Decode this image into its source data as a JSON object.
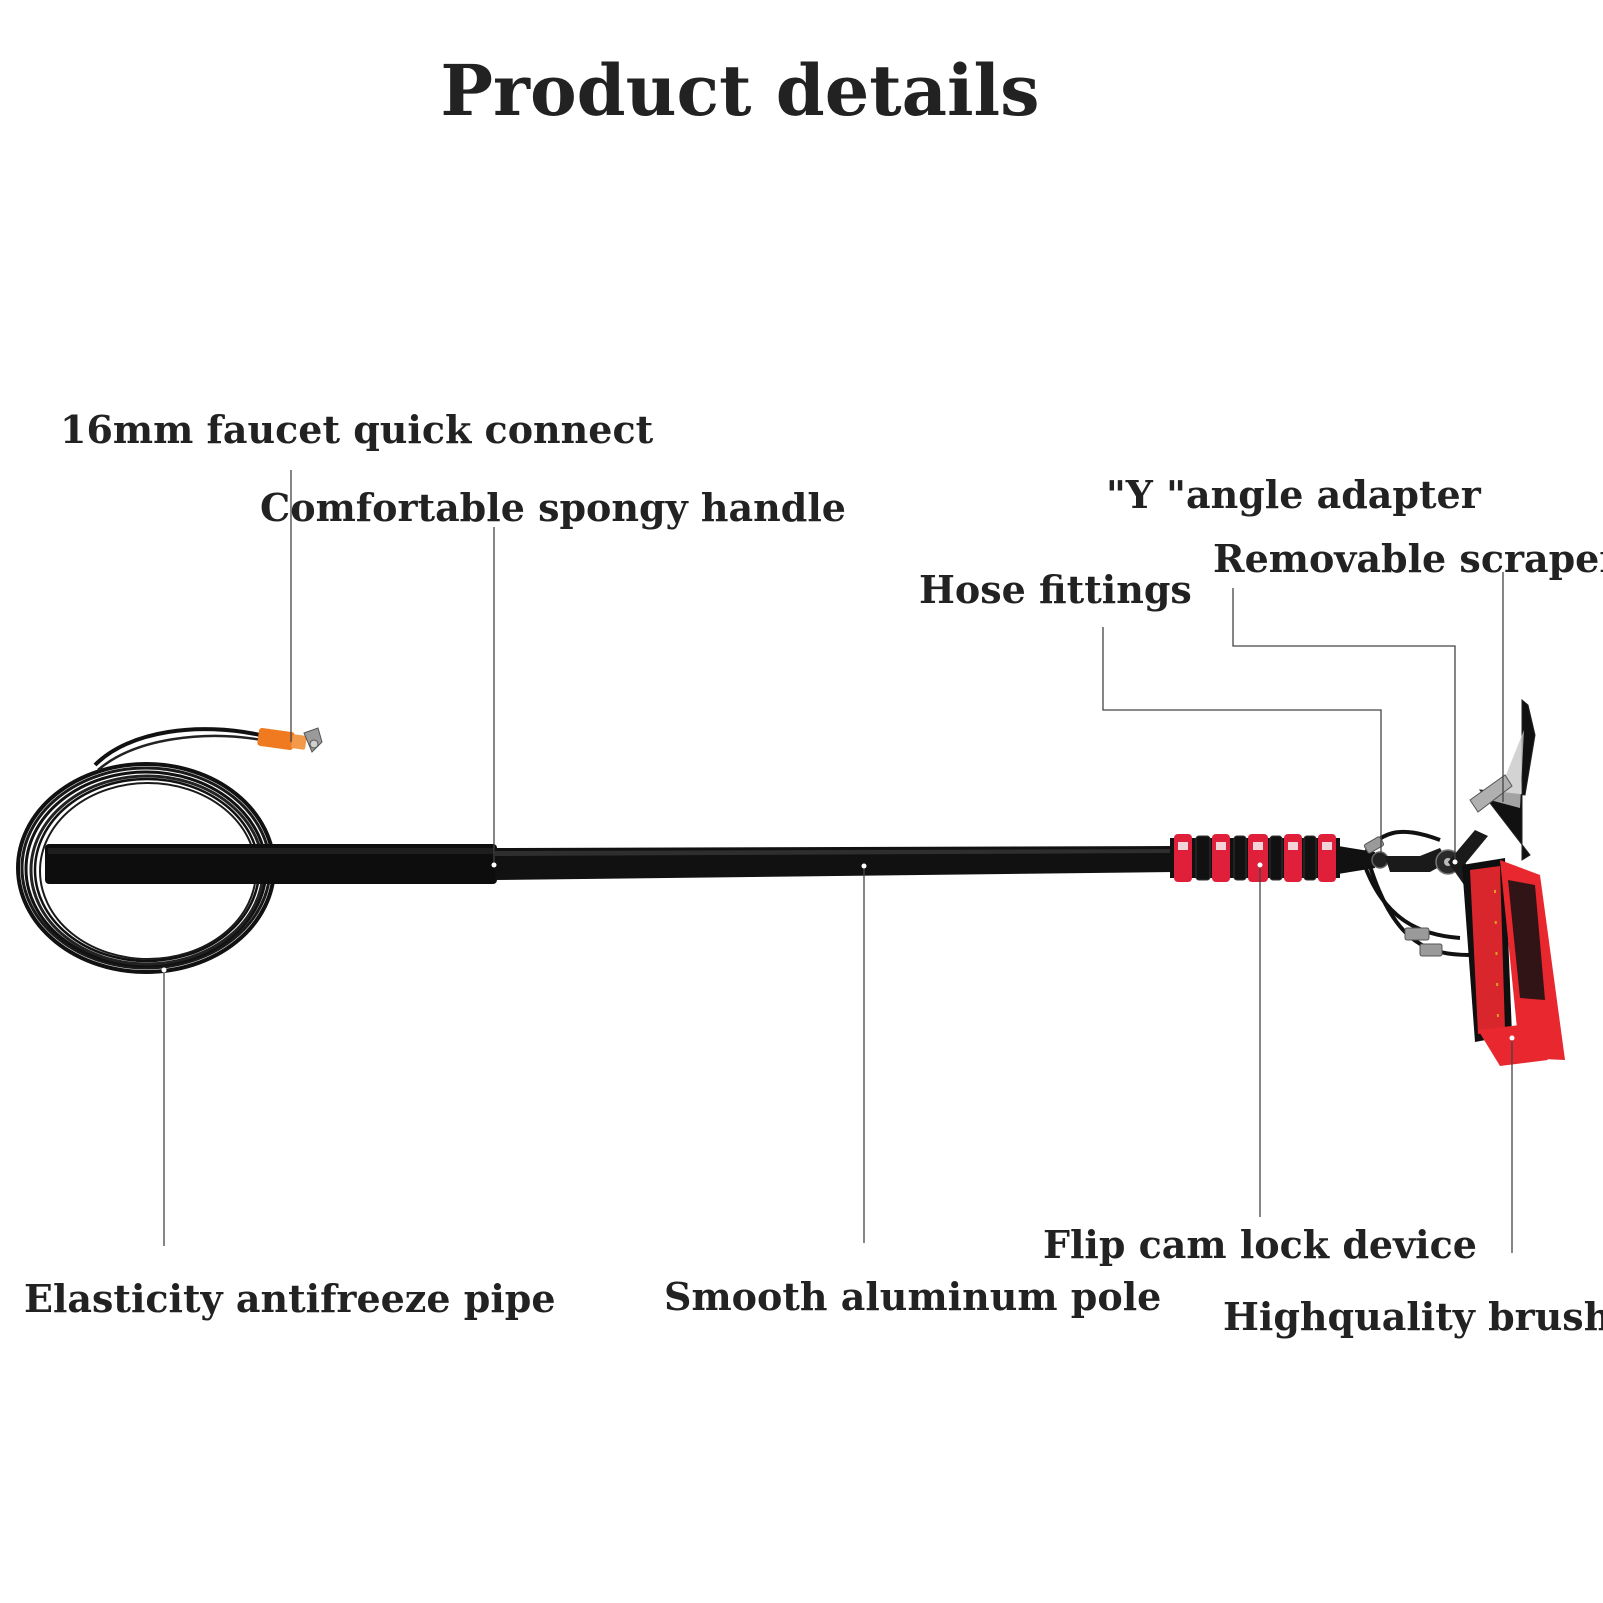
{
  "title": "Product details",
  "colors": {
    "text": "#222222",
    "pole": "#0d0d0d",
    "clamp_red": "#e0203a",
    "brush_red": "#e8282e",
    "connector_orange": "#f07a20"
  },
  "labels": {
    "faucet": "16mm faucet quick connect",
    "handle": "Comfortable spongy handle",
    "y_adapter": "\"Y \"angle adapter",
    "scraper": "Removable scraper",
    "hose": "Hose fittings",
    "pipe": "Elasticity antifreeze pipe",
    "pole": "Smooth aluminum pole",
    "cam_lock": "Flip cam lock device",
    "brush": "Highquality brush"
  },
  "icons": [
    "hose-coil-icon",
    "faucet-connector-icon",
    "flip-clamp-icon",
    "brush-head-icon",
    "scraper-icon",
    "y-adapter-icon"
  ]
}
